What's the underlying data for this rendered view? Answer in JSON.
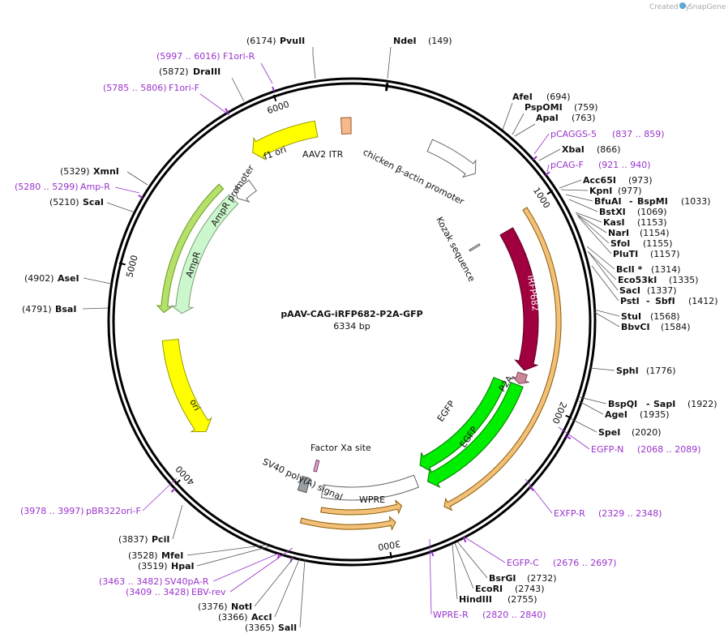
{
  "header": {
    "credit_text": "Created by",
    "brand_text": "SnapGene"
  },
  "plasmid": {
    "name": "pAAV-CAG-iRFP682-P2A-GFP",
    "size_label": "6334 bp",
    "total_bp": 6334
  },
  "ticks": [
    {
      "bp": 1000,
      "label": "1000"
    },
    {
      "bp": 2000,
      "label": "2000"
    },
    {
      "bp": 3000,
      "label": "3000"
    },
    {
      "bp": 4000,
      "label": "4000"
    },
    {
      "bp": 5000,
      "label": "5000"
    },
    {
      "bp": 6000,
      "label": "6000"
    }
  ],
  "colors": {
    "ampr_border": "#6a9a1f",
    "ampr_fill": "#ccf7cc",
    "ori_fill": "#ffff00",
    "ori_border": "#999900",
    "irfp_fill": "#a00040",
    "egfp_fill": "#00ee00",
    "egfp_border": "#007700",
    "p2a_fill": "#cc8899",
    "itr_fill": "#f5b98c",
    "orange_orf": "#f3c07a",
    "primer": "#9933cc",
    "polya_fill": "#9aa0a6"
  },
  "features": [
    {
      "id": "nde-marker",
      "label": "",
      "start": 149,
      "end": 149,
      "type": "marker"
    },
    {
      "id": "cmv-promoter",
      "label": "chicken β-actin promoter",
      "start": 420,
      "end": 700,
      "type": "promoter_outline"
    },
    {
      "id": "itr",
      "label": "AAV2 ITR",
      "start": 6280,
      "end": 6330,
      "type": "block"
    },
    {
      "id": "f1-ori",
      "label": "f1 ori",
      "start": 5800,
      "end": 6150,
      "type": "arrow_rev"
    },
    {
      "id": "ampr-promoter",
      "label": "AmpR promoter",
      "start": 5580,
      "end": 5700,
      "type": "promoter_outline"
    },
    {
      "id": "ampr",
      "label": "AmpR",
      "start": 4800,
      "end": 5560,
      "type": "ampr"
    },
    {
      "id": "ori",
      "label": "ori",
      "start": 4100,
      "end": 4650,
      "type": "ori"
    },
    {
      "id": "kozak",
      "label": "Kozak sequence",
      "start": 1030,
      "end": 1040,
      "type": "tiny"
    },
    {
      "id": "irfp682",
      "label": "iRFP682",
      "start": 1050,
      "end": 1860,
      "type": "irfp"
    },
    {
      "id": "p2a",
      "label": "P2A",
      "start": 1880,
      "end": 1940,
      "type": "p2a"
    },
    {
      "id": "egfp1",
      "label": "EGFP",
      "start": 1960,
      "end": 2720,
      "type": "egfp"
    },
    {
      "id": "egfp2",
      "label": "EGFP",
      "start": 1950,
      "end": 2720,
      "type": "egfp"
    },
    {
      "id": "factor-xa",
      "label": "Factor Xa site",
      "start": 3400,
      "end": 3420,
      "type": "tiny"
    },
    {
      "id": "sv40-polya",
      "label": "SV40 poly(A) signal",
      "start": 3430,
      "end": 3480,
      "type": "polya"
    },
    {
      "id": "wpre",
      "label": "WPRE",
      "start": 2780,
      "end": 3340,
      "type": "wpre"
    },
    {
      "id": "orf-a",
      "label": "",
      "start": 1000,
      "end": 2700,
      "type": "orange_fwd"
    },
    {
      "id": "orf-b",
      "label": "",
      "start": 2900,
      "end": 3330,
      "type": "orange_rev"
    },
    {
      "id": "orf-c",
      "label": "",
      "start": 2950,
      "end": 3420,
      "type": "orange_rev"
    }
  ],
  "sites": [
    {
      "name": "PvuII",
      "pos_label": "(6174)",
      "side": "left"
    },
    {
      "name": "NdeI",
      "pos_label": "(149)",
      "side": "right"
    },
    {
      "name": "DraIII",
      "pos_label": "(5872)",
      "side": "left"
    },
    {
      "name": "AfeI",
      "pos_label": "(694)",
      "side": "right"
    },
    {
      "name": "PspOMI",
      "pos_label": "(759)",
      "side": "right"
    },
    {
      "name": "ApaI",
      "pos_label": "(763)",
      "side": "right"
    },
    {
      "name": "XbaI",
      "pos_label": "(866)",
      "side": "right"
    },
    {
      "name": "XmnI",
      "pos_label": "(5329)",
      "side": "left"
    },
    {
      "name": "ScaI",
      "pos_label": "(5210)",
      "side": "left"
    },
    {
      "name": "Acc65I",
      "pos_label": "(973)",
      "side": "right"
    },
    {
      "name": "KpnI",
      "pos_label": "(977)",
      "side": "right"
    },
    {
      "name": "BfuAI",
      "pos_label": "(1033)",
      "side": "right",
      "second": "BspMI"
    },
    {
      "name": "BstXI",
      "pos_label": "(1069)",
      "side": "right"
    },
    {
      "name": "KasI",
      "pos_label": "(1153)",
      "side": "right"
    },
    {
      "name": "NarI",
      "pos_label": "(1154)",
      "side": "right"
    },
    {
      "name": "SfoI",
      "pos_label": "(1155)",
      "side": "right"
    },
    {
      "name": "PluTI",
      "pos_label": "(1157)",
      "side": "right"
    },
    {
      "name": "BclI *",
      "pos_label": "(1314)",
      "side": "right"
    },
    {
      "name": "Eco53kI",
      "pos_label": "(1335)",
      "side": "right"
    },
    {
      "name": "SacI",
      "pos_label": "(1337)",
      "side": "right"
    },
    {
      "name": "PstI",
      "pos_label": "(1412)",
      "side": "right",
      "second": "SbfI"
    },
    {
      "name": "AseI",
      "pos_label": "(4902)",
      "side": "left"
    },
    {
      "name": "BsaI",
      "pos_label": "(4791)",
      "side": "left"
    },
    {
      "name": "StuI",
      "pos_label": "(1568)",
      "side": "right"
    },
    {
      "name": "BbvCI",
      "pos_label": "(1584)",
      "side": "right"
    },
    {
      "name": "SphI",
      "pos_label": "(1776)",
      "side": "right"
    },
    {
      "name": "BspQI",
      "pos_label": "(1922)",
      "side": "right",
      "second": "SapI"
    },
    {
      "name": "AgeI",
      "pos_label": "(1935)",
      "side": "right"
    },
    {
      "name": "SpeI",
      "pos_label": "(2020)",
      "side": "right"
    },
    {
      "name": "PciI",
      "pos_label": "(3837)",
      "side": "left"
    },
    {
      "name": "MfeI",
      "pos_label": "(3528)",
      "side": "left"
    },
    {
      "name": "HpaI",
      "pos_label": "(3519)",
      "side": "left"
    },
    {
      "name": "BsrGI",
      "pos_label": "(2732)",
      "side": "right"
    },
    {
      "name": "EcoRI",
      "pos_label": "(2743)",
      "side": "right"
    },
    {
      "name": "HindIII",
      "pos_label": "(2755)",
      "side": "right"
    },
    {
      "name": "NotI",
      "pos_label": "(3376)",
      "side": "left"
    },
    {
      "name": "AccI",
      "pos_label": "(3366)",
      "side": "left"
    },
    {
      "name": "SalI",
      "pos_label": "(3365)",
      "side": "left"
    }
  ],
  "primers": [
    {
      "name": "F1ori-R",
      "range_label": "(5997 .. 6016)"
    },
    {
      "name": "F1ori-F",
      "range_label": "(5785 .. 5806)"
    },
    {
      "name": "pCAGGS-5",
      "range_label": "(837 .. 859)"
    },
    {
      "name": "pCAG-F",
      "range_label": "(921 .. 940)"
    },
    {
      "name": "Amp-R",
      "range_label": "(5280 .. 5299)"
    },
    {
      "name": "EGFP-N",
      "range_label": "(2068 .. 2089)"
    },
    {
      "name": "EXFP-R",
      "range_label": "(2329 .. 2348)"
    },
    {
      "name": "pBR322ori-F",
      "range_label": "(3978 .. 3997)"
    },
    {
      "name": "EGFP-C",
      "range_label": "(2676 .. 2697)"
    },
    {
      "name": "SV40pA-R",
      "range_label": "(3463 .. 3482)"
    },
    {
      "name": "EBV-rev",
      "range_label": "(3409 .. 3428)"
    },
    {
      "name": "WPRE-R",
      "range_label": "(2820 .. 2840)"
    }
  ]
}
